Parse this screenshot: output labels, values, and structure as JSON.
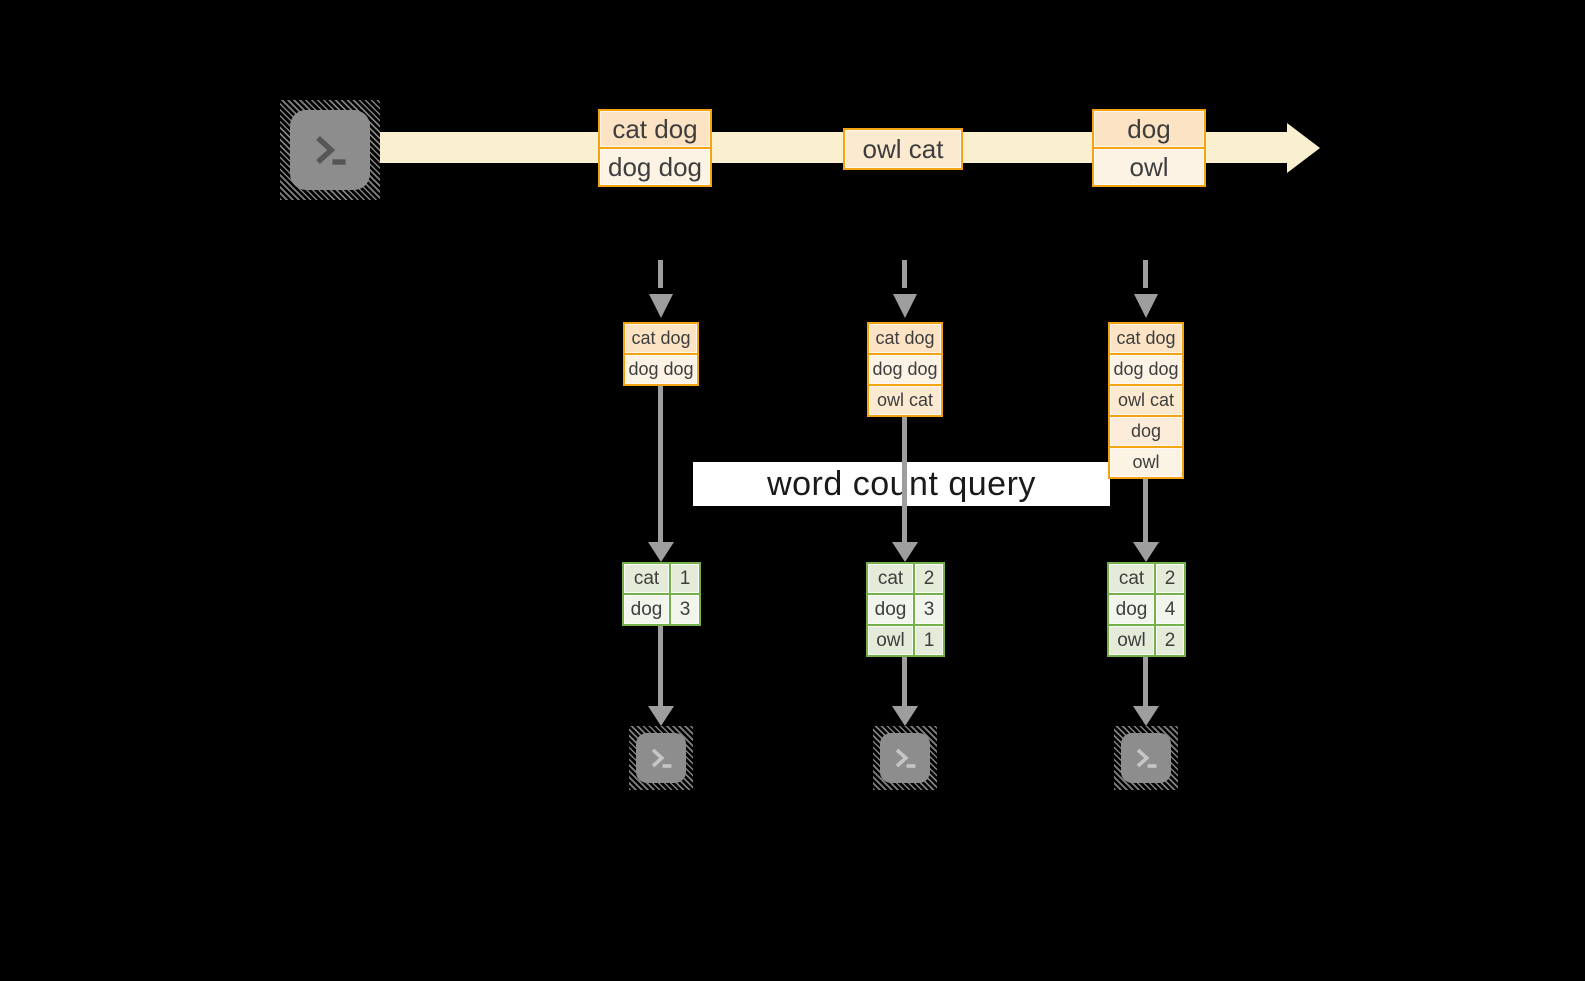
{
  "banner": {
    "label": "word count query"
  },
  "stream": {
    "batches": [
      {
        "records": [
          "cat dog",
          "dog dog"
        ]
      },
      {
        "records": [
          "owl cat"
        ]
      },
      {
        "records": [
          "dog",
          "owl"
        ]
      }
    ]
  },
  "pipelines": [
    {
      "buffer": [
        "cat dog",
        "dog dog"
      ],
      "counts": [
        {
          "word": "cat",
          "count": "1"
        },
        {
          "word": "dog",
          "count": "3"
        }
      ]
    },
    {
      "buffer": [
        "cat dog",
        "dog dog",
        "owl cat"
      ],
      "counts": [
        {
          "word": "cat",
          "count": "2"
        },
        {
          "word": "dog",
          "count": "3"
        },
        {
          "word": "owl",
          "count": "1"
        }
      ]
    },
    {
      "buffer": [
        "cat dog",
        "dog dog",
        "owl cat",
        "dog",
        "owl"
      ],
      "counts": [
        {
          "word": "cat",
          "count": "2"
        },
        {
          "word": "dog",
          "count": "4"
        },
        {
          "word": "owl",
          "count": "2"
        }
      ]
    }
  ],
  "icons": {
    "source": "terminal-icon",
    "sinks": [
      "terminal-icon",
      "terminal-icon",
      "terminal-icon"
    ]
  },
  "colors": {
    "background": "#000000",
    "stream_band": "#faf0cf",
    "record_border": "#f2a413",
    "record_fill_dark": "#fbe3c4",
    "record_fill_light": "#fdf3e5",
    "record_fill_mid": "#fbe9d0",
    "count_border": "#74b14a",
    "count_fill_dark": "#e4ecd9",
    "count_fill_light": "#f1f5ec",
    "arrow_gray": "#9e9e9e",
    "terminal_gray": "#8d8d8d",
    "banner_bg": "#ffffff",
    "text": "#3e3e3e"
  }
}
